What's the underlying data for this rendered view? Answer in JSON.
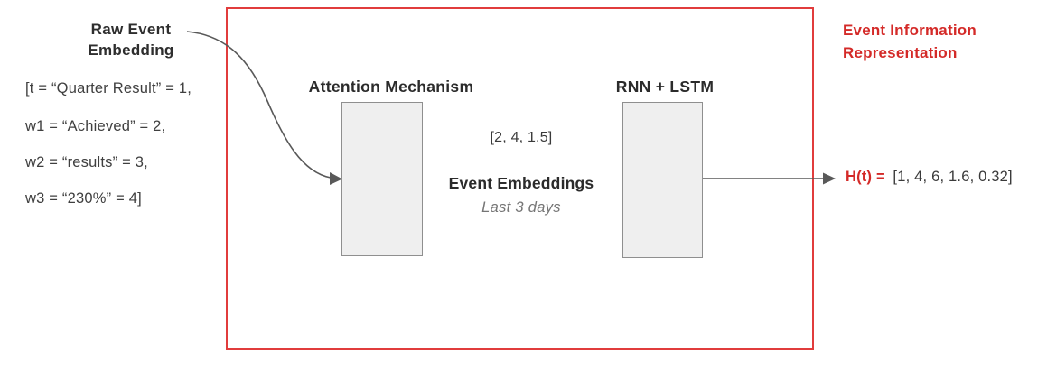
{
  "diagram": {
    "raw_embedding": {
      "title_line1": "Raw Event",
      "title_line2": "Embedding",
      "tokens": [
        "[t = “Quarter Result” = 1,",
        "w1 = “Achieved” = 2,",
        "w2 = “results” = 3,",
        "w3 = “230%” = 4]"
      ]
    },
    "attention": {
      "label": "Attention Mechanism"
    },
    "embeddings": {
      "vector": "[2, 4, 1.5]",
      "label": "Event Embeddings",
      "sublabel": "Last 3 days"
    },
    "rnn": {
      "label": "RNN + LSTM"
    },
    "output": {
      "label": "H(t) =",
      "value": "[1, 4, 6, 1.6, 0.32]"
    },
    "caption": {
      "line1": "Event Information",
      "line2": "Representation"
    },
    "colors": {
      "accent_red_text": "#d42a28",
      "frame_red": "#e13c3c",
      "box_fill": "#efefef",
      "box_border": "#8f8f8f",
      "arrow_gray": "#595959"
    }
  }
}
